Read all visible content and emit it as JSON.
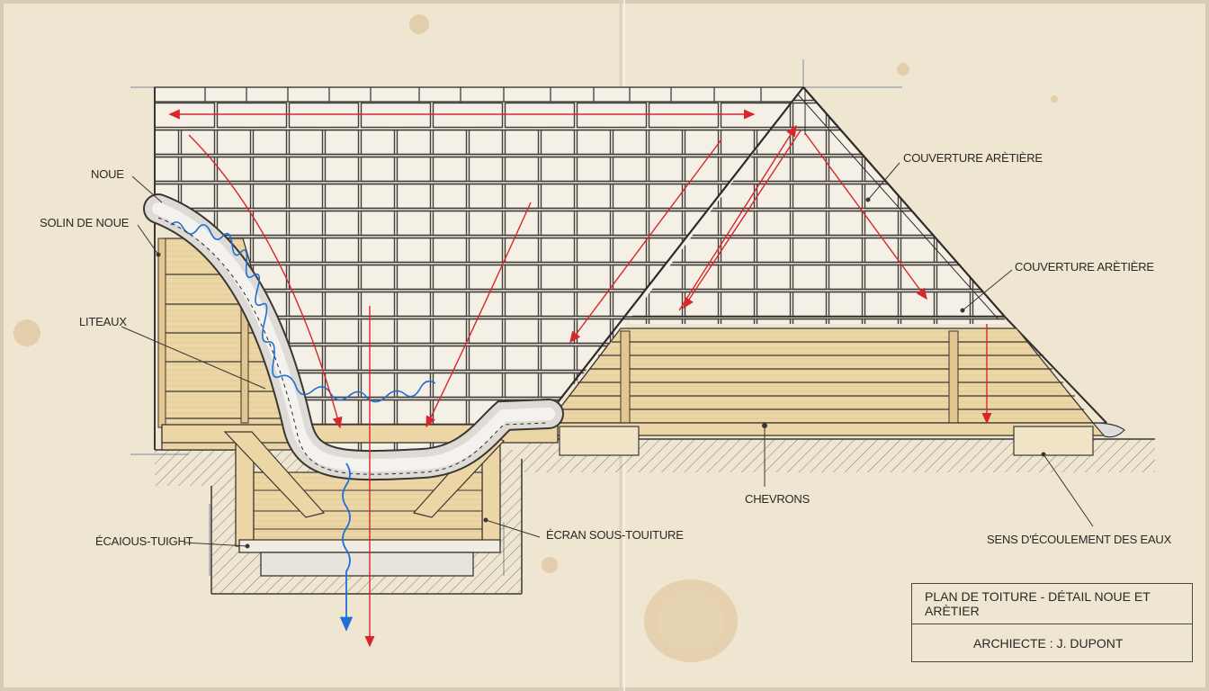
{
  "labels": {
    "noue": "NOUE",
    "solin": "SOLIN DE NOUE",
    "liteaux": "LITEAUX",
    "ecran_left": "ÉCAIOUS-TUIGHT",
    "ecran_sous_toiture": "ÉCRAN SOUS-TOUITURE",
    "couverture_1": "COUVERTURE ARÈTIÈRE",
    "couverture_2": "COUVERTURE ARÈTIÈRE",
    "chevrons": "CHEVRONS",
    "sens": "SENS D'ÉCOULEMENT DES EAUX"
  },
  "title_block": {
    "title": "PLAN DE TOITURE - DÉTAIL NOUE ET ARÈTIER",
    "architect": "ARCHIECTE : J. DUPONT"
  },
  "colors": {
    "paper": "#efe6d2",
    "ink": "#3a3632",
    "wood": "#ecd6a6",
    "flow_arrow": "#d8262a",
    "water": "#1f6fd6"
  }
}
